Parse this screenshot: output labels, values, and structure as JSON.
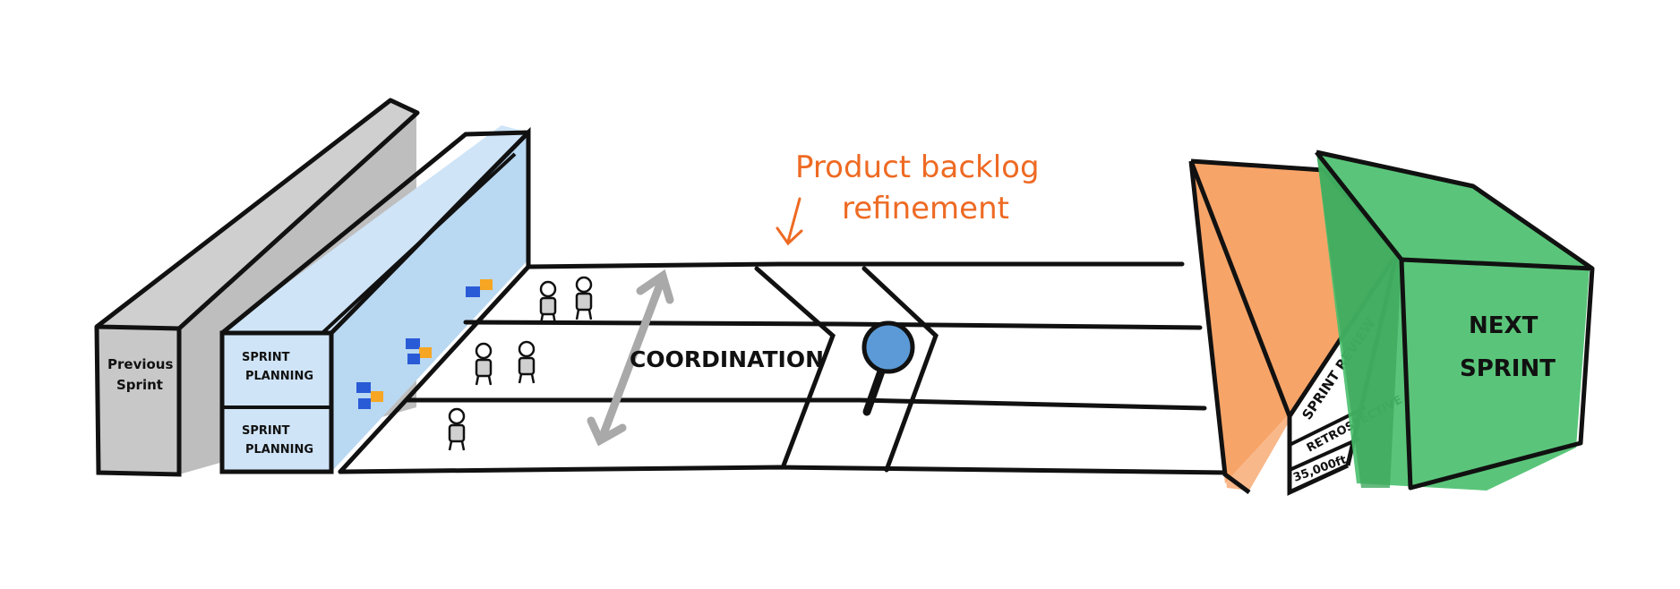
{
  "previous_sprint": {
    "label_line1": "Previous",
    "label_line2": "Sprint"
  },
  "planning_boxes": [
    {
      "line1": "SPRINT",
      "line2": "PLANNING"
    },
    {
      "line1": "SPRINT",
      "line2": "PLANNING"
    }
  ],
  "coordination": {
    "label": "COORDINATION"
  },
  "refinement": {
    "line1": "Product backlog",
    "line2": "refinement"
  },
  "review_box": {
    "labels": [
      "SPRINT REVIEW",
      "RETROSPECTIVE",
      "35,000ft"
    ]
  },
  "next_sprint": {
    "line1": "NEXT",
    "line2": "SPRINT"
  },
  "colors": {
    "gray": "#b9b9b9",
    "blue": "#cfe4f7",
    "orange": "#f7a468",
    "green": "#48bf6c",
    "refinement_text": "#ee6a23"
  }
}
